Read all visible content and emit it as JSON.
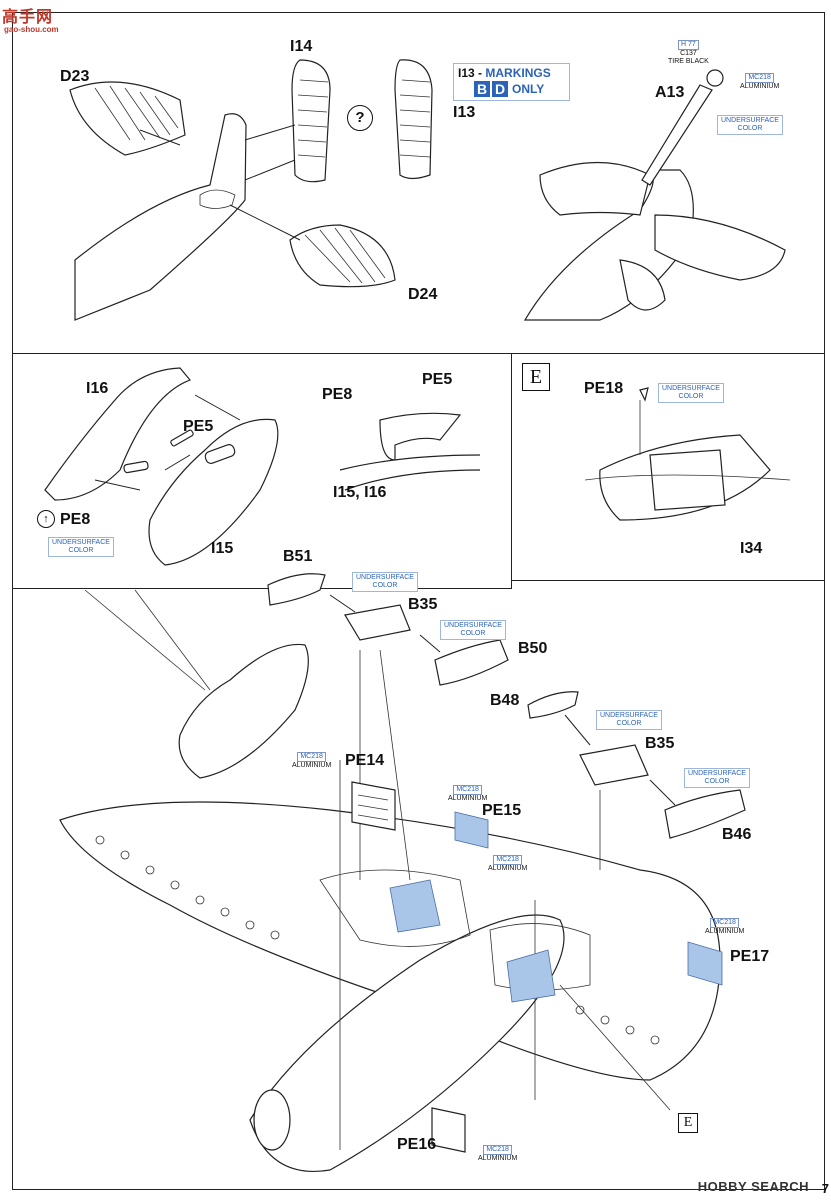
{
  "branding": {
    "logo_cn": "高手网",
    "logo_url": "gao-shou.com",
    "watermark": "HOBBY SEARCH",
    "page_number": "7"
  },
  "step1": {
    "labels": {
      "d23": "D23",
      "i14": "I14",
      "i13": "I13",
      "a13": "A13",
      "d24": "D24"
    },
    "question": "?",
    "markings": {
      "text_prefix": "I13 - ",
      "text_word": "MARKINGS",
      "boxes": [
        "B",
        "D"
      ],
      "only": "ONLY"
    },
    "paint_tire": {
      "code": "H 77",
      "alt": "C137",
      "name": "TIRE BLACK"
    },
    "paint_alu": {
      "code": "MC218",
      "name": "ALUMINIUM"
    },
    "note_under": {
      "line1": "UNDERSURFACE",
      "line2": "COLOR"
    }
  },
  "step2": {
    "labels": {
      "i16": "I16",
      "pe5": "PE5",
      "pe8": "PE8",
      "i15": "I15",
      "pe8b": "PE8",
      "pe5b": "PE5",
      "i15i16": "I15, I16"
    },
    "note_under": {
      "line1": "UNDERSURFACE",
      "line2": "COLOR"
    }
  },
  "step3": {
    "box": "E",
    "labels": {
      "pe18": "PE18",
      "i34": "I34"
    },
    "note_under": {
      "line1": "UNDERSURFACE",
      "line2": "COLOR"
    }
  },
  "step4": {
    "labels": {
      "b51": "B51",
      "b35a": "B35",
      "b50": "B50",
      "b48": "B48",
      "b35b": "B35",
      "b46": "B46",
      "pe14": "PE14",
      "pe15": "PE15",
      "pe16": "PE16",
      "pe17": "PE17"
    },
    "box": "E",
    "note_under": {
      "line1": "UNDERSURFACE",
      "line2": "COLOR"
    },
    "paint_alu": {
      "code": "MC218",
      "name": "ALUMINIUM"
    }
  }
}
